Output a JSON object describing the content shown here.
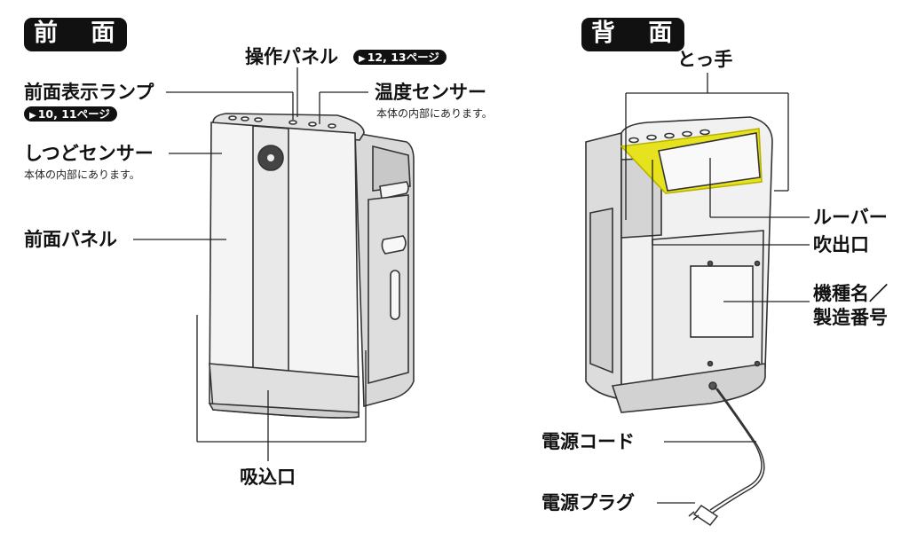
{
  "front": {
    "title": "前 面",
    "labels": {
      "control_panel": "操作パネル",
      "control_panel_ref": "12, 13ページ",
      "display_lamp": "前面表示ランプ",
      "display_lamp_ref": "10, 11ページ",
      "temp_sensor": "温度センサー",
      "temp_sensor_note": "本体の内部にあります。",
      "humidity_sensor": "しつどセンサー",
      "humidity_sensor_note": "本体の内部にあります。",
      "front_panel": "前面パネル",
      "intake": "吸込口"
    }
  },
  "back": {
    "title": "背 面",
    "labels": {
      "handle": "とっ手",
      "louver": "ルーバー",
      "outlet": "吹出口",
      "model_name_1": "機種名／",
      "model_name_2": "製造番号",
      "power_cord": "電源コード",
      "power_plug": "電源プラグ"
    }
  },
  "colors": {
    "highlight": "#e7e21e",
    "badge": "#111111",
    "body_fill": "#f2f2f2",
    "shade": "#c9c9c9"
  }
}
